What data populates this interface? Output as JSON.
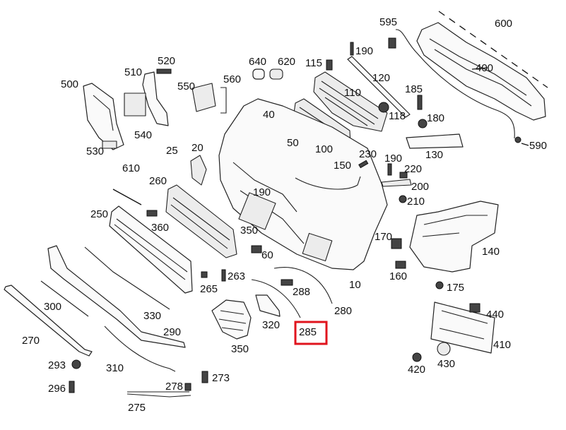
{
  "labels": {
    "l595": "595",
    "l600": "600",
    "l190a": "190",
    "l640": "640",
    "l620": "620",
    "l115": "115",
    "l520": "520",
    "l510": "510",
    "l560": "560",
    "l500": "500",
    "l550": "550",
    "l400": "400",
    "l120": "120",
    "l110": "110",
    "l185": "185",
    "l540": "540",
    "l40": "40",
    "l118": "118",
    "l180": "180",
    "l50": "50",
    "l100": "100",
    "l530": "530",
    "l130": "130",
    "l590": "590",
    "l25": "25",
    "l20": "20",
    "l230": "230",
    "l190b": "190",
    "l610": "610",
    "l150": "150",
    "l220": "220",
    "l260": "260",
    "l200": "200",
    "l190c": "190",
    "l210": "210",
    "l250": "250",
    "l360": "360",
    "l170": "170",
    "l350a": "350",
    "l140": "140",
    "l60": "60",
    "l160": "160",
    "l263": "263",
    "l175": "175",
    "l265": "265",
    "l288": "288",
    "l10": "10",
    "l300": "300",
    "l330": "330",
    "l280": "280",
    "l440": "440",
    "l320": "320",
    "l285": "285",
    "l290": "290",
    "l270": "270",
    "l410": "410",
    "l350b": "350",
    "l293": "293",
    "l310": "310",
    "l430": "430",
    "l420": "420",
    "l273": "273",
    "l296": "296",
    "l278": "278",
    "l275": "275"
  },
  "highlight": {
    "label": "285",
    "color": "#e0141e"
  }
}
